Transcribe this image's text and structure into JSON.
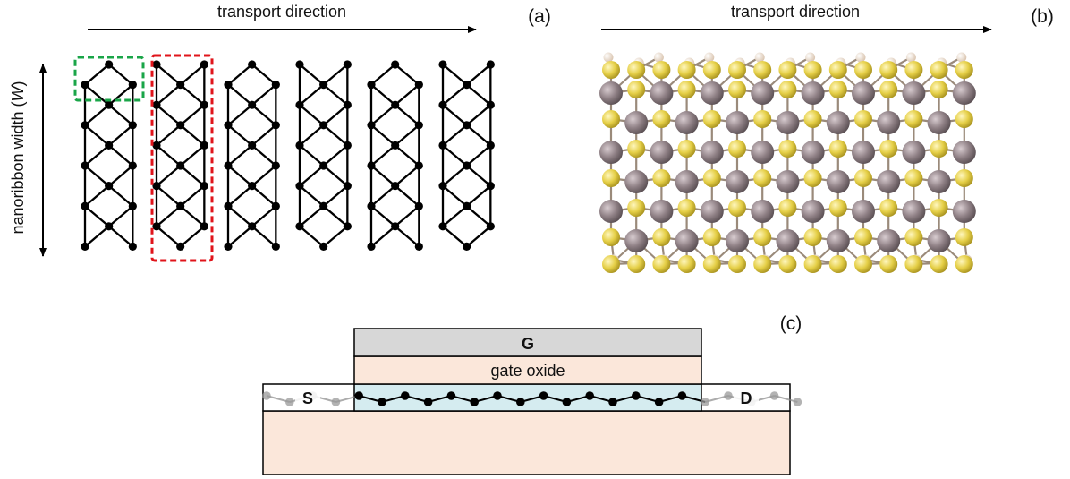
{
  "panel_a": {
    "label": "(a)",
    "direction_label": "transport direction",
    "width_label_prefix": "nanoribbon width (",
    "width_label_symbol": "W",
    "width_label_suffix": ")"
  },
  "panel_b": {
    "label": "(b)",
    "direction_label": "transport direction"
  },
  "panel_c": {
    "label": "(c)",
    "gate_label": "G",
    "oxide_label": "gate oxide",
    "source_label": "S",
    "drain_label": "D"
  },
  "colors": {
    "lattice": "#000000",
    "unit_cell_highlight": "#1aa548",
    "supercell_highlight": "#e0141b",
    "metal_atom": "#8f8085",
    "chalcogen_atom": "#e5cf47",
    "hydrogen_atom": "#f1e5d4",
    "gate": "#d7d7d7",
    "oxide": "#fbe7da",
    "channel": "#d5ecf0",
    "substrate": "#fbe7da"
  }
}
